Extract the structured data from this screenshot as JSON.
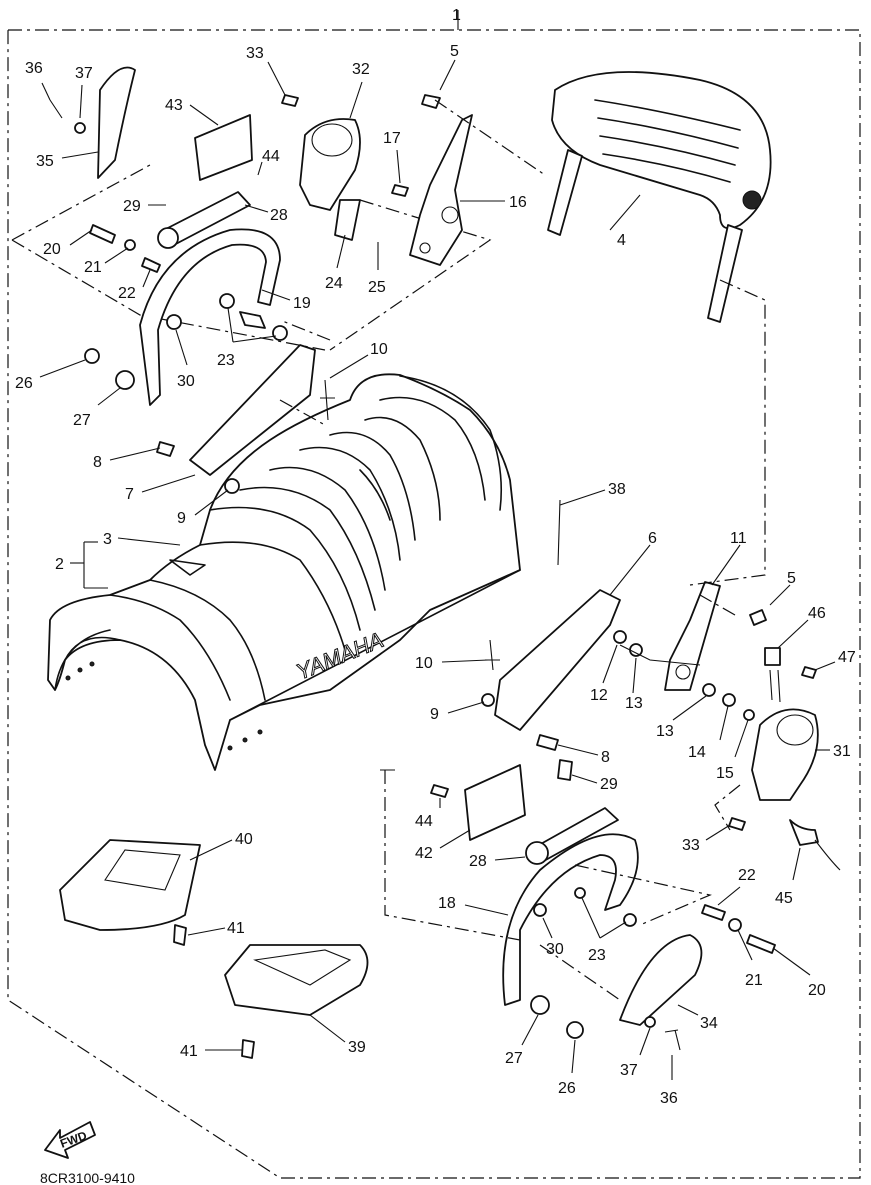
{
  "diagram": {
    "top_label": "1",
    "drawing_code": "8CR3100-9410",
    "forward_label": "FWD",
    "brand_text": "YAMAHA",
    "callouts": [
      "2",
      "3",
      "4",
      "5",
      "5",
      "6",
      "7",
      "8",
      "8",
      "9",
      "9",
      "10",
      "10",
      "11",
      "12",
      "13",
      "13",
      "14",
      "15",
      "16",
      "17",
      "18",
      "19",
      "20",
      "20",
      "21",
      "21",
      "22",
      "22",
      "23",
      "23",
      "24",
      "25",
      "26",
      "26",
      "27",
      "27",
      "28",
      "28",
      "29",
      "29",
      "30",
      "30",
      "31",
      "32",
      "33",
      "33",
      "34",
      "35",
      "36",
      "36",
      "37",
      "37",
      "38",
      "39",
      "40",
      "41",
      "41",
      "42",
      "43",
      "44",
      "44",
      "45",
      "46",
      "47"
    ]
  }
}
